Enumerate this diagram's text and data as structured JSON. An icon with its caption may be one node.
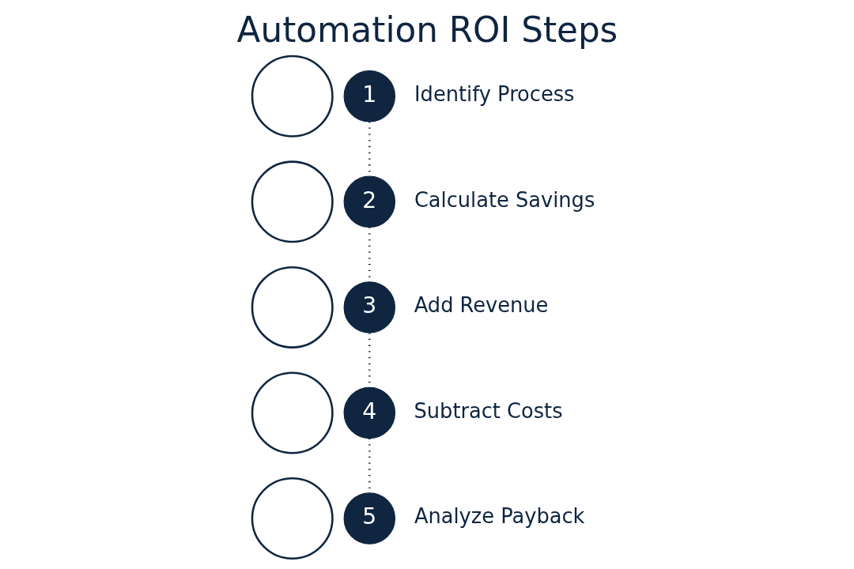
{
  "diagram": {
    "title": "Automation ROI Steps",
    "nodes": [
      {
        "text": [],
        "shape": "circle"
      },
      {
        "text": [
          "1"
        ],
        "beside": [
          "Identify Process"
        ]
      },
      {
        "text": [],
        "shape": "circle"
      },
      {
        "text": [
          "2"
        ],
        "beside": [
          "Calculate Savings"
        ]
      },
      {
        "text": [],
        "shape": "circle"
      },
      {
        "text": [
          "3"
        ],
        "beside": [
          "Add Revenue"
        ]
      },
      {
        "text": [],
        "shape": "circle"
      },
      {
        "text": [
          "4"
        ],
        "beside": [
          "Subtract Costs"
        ]
      },
      {
        "text": [],
        "shape": "circle"
      },
      {
        "text": [
          "5"
        ],
        "beside": [
          "Analyze Payback"
        ]
      }
    ],
    "edges": [
      {
        "from": 1,
        "to": 3,
        "arrow": "none",
        "style": "dashed"
      },
      {
        "from": 3,
        "to": 5,
        "arrow": "none",
        "style": "dashed"
      },
      {
        "from": 5,
        "to": 7,
        "arrow": "none",
        "style": "dashed"
      },
      {
        "from": 7,
        "to": 9,
        "arrow": "none",
        "style": "dashed"
      }
    ]
  }
}
